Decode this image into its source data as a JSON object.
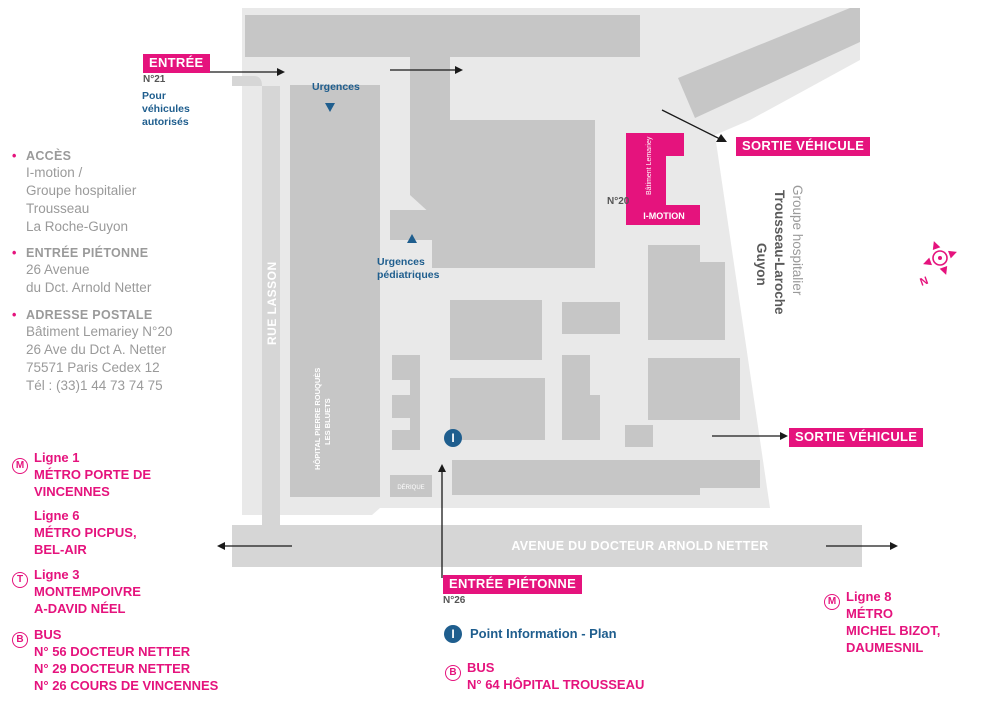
{
  "colors": {
    "pink": "#e5137d",
    "blue": "#1f5e8e",
    "building": "#c6c6c6",
    "ground": "#e9e9e9",
    "road": "#d6d6d6",
    "text_gray": "#9a9a9a"
  },
  "labels": {
    "entree_vehicules": "ENTRÉE",
    "entree_vehicules_num": "N°21",
    "pour_vehicules": [
      "Pour",
      "véhicules",
      "autorisés"
    ],
    "urgences": "Urgences",
    "urgences_ped": [
      "Urgences",
      "pédiatriques"
    ],
    "sortie_vehicule_1": "SORTIE VÉHICULE",
    "sortie_vehicule_2": "SORTIE VÉHICULE",
    "batiment_lemariey": "Bâtiment Lemariey",
    "imotion": "I-MOTION",
    "num_20": "N°20",
    "groupe_line1": "Groupe hospitalier",
    "groupe_line2": "Trousseau-Laroche",
    "groupe_line3": "Guyon",
    "rue_lasson": "RUE LASSON",
    "hopital_line1": "HÔPITAL PIERRE ROUQUÈS",
    "hopital_line2": "LES BLUETS",
    "derique": "DÉRIQUE",
    "avenue": "AVENUE DU DOCTEUR ARNOLD NETTER",
    "entree_pietonne": "ENTRÉE PIÉTONNE",
    "entree_pietonne_num": "N°26",
    "info_plan": "Point Information - Plan",
    "compass": "N"
  },
  "info": {
    "acces": {
      "title": "ACCÈS",
      "lines": [
        "I-motion /",
        "Groupe hospitalier",
        "Trousseau",
        "La Roche-Guyon"
      ]
    },
    "pietonne": {
      "title": "ENTRÉE PIÉTONNE",
      "lines": [
        "26 Avenue",
        "du Dct. Arnold Netter"
      ]
    },
    "postale": {
      "title": "ADRESSE POSTALE",
      "lines": [
        "Bâtiment Lemariey N°20",
        "26 Ave du Dct A. Netter",
        "75571 Paris Cedex 12",
        "Tél : (33)1 44 73 74 75"
      ]
    }
  },
  "transport": {
    "metro_icon": "M",
    "tram_icon": "T",
    "bus_icon": "B",
    "info_icon": "I",
    "metro": [
      "Ligne 1",
      "MÉTRO PORTE DE",
      "VINCENNES"
    ],
    "metro6": [
      "Ligne 6",
      "MÉTRO PICPUS,",
      "BEL-AIR"
    ],
    "tram": [
      "Ligne 3",
      "MONTEMPOIVRE",
      "A-DAVID NÉEL"
    ],
    "bus": [
      "BUS",
      "N° 56 DOCTEUR NETTER",
      "N° 29 DOCTEUR NETTER",
      "N° 26 COURS DE VINCENNES"
    ],
    "metro8": [
      "Ligne 8",
      "MÉTRO",
      "MICHEL BIZOT,",
      "DAUMESNIL"
    ],
    "bus64": [
      "BUS",
      "N° 64 HÔPITAL TROUSSEAU"
    ]
  }
}
